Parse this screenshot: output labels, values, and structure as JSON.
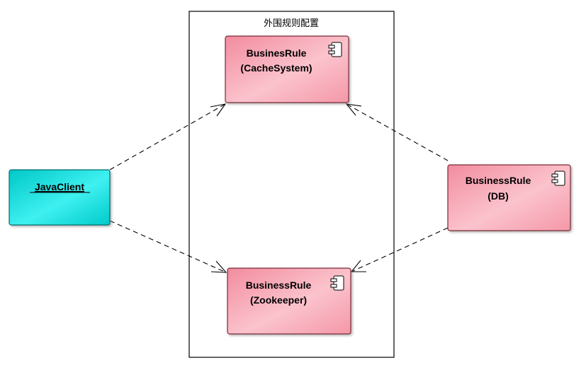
{
  "boundary": {
    "title": "外围规则配置"
  },
  "components": {
    "cache": {
      "line1": "BusinesRule",
      "line2": "(CacheSystem)",
      "fill": "#f8a4b4"
    },
    "zookeeper": {
      "line1": "BusinessRule",
      "line2": "(Zookeeper)",
      "fill": "#f8a4b4"
    },
    "db": {
      "line1": "BusinessRule",
      "line2": "(DB)",
      "fill": "#f8a4b4"
    },
    "client": {
      "line1": "JavaClient",
      "fill": "#00d4d4"
    }
  },
  "connectors": [
    {
      "from": "JavaClient",
      "to": "BusinesRule (CacheSystem)",
      "style": "dashed",
      "arrow": "open"
    },
    {
      "from": "JavaClient",
      "to": "BusinessRule (Zookeeper)",
      "style": "dashed",
      "arrow": "open"
    },
    {
      "from": "BusinessRule (DB)",
      "to": "BusinesRule (CacheSystem)",
      "style": "dashed",
      "arrow": "open"
    },
    {
      "from": "BusinessRule (DB)",
      "to": "BusinessRule (Zookeeper)",
      "style": "dashed",
      "arrow": "open"
    }
  ]
}
